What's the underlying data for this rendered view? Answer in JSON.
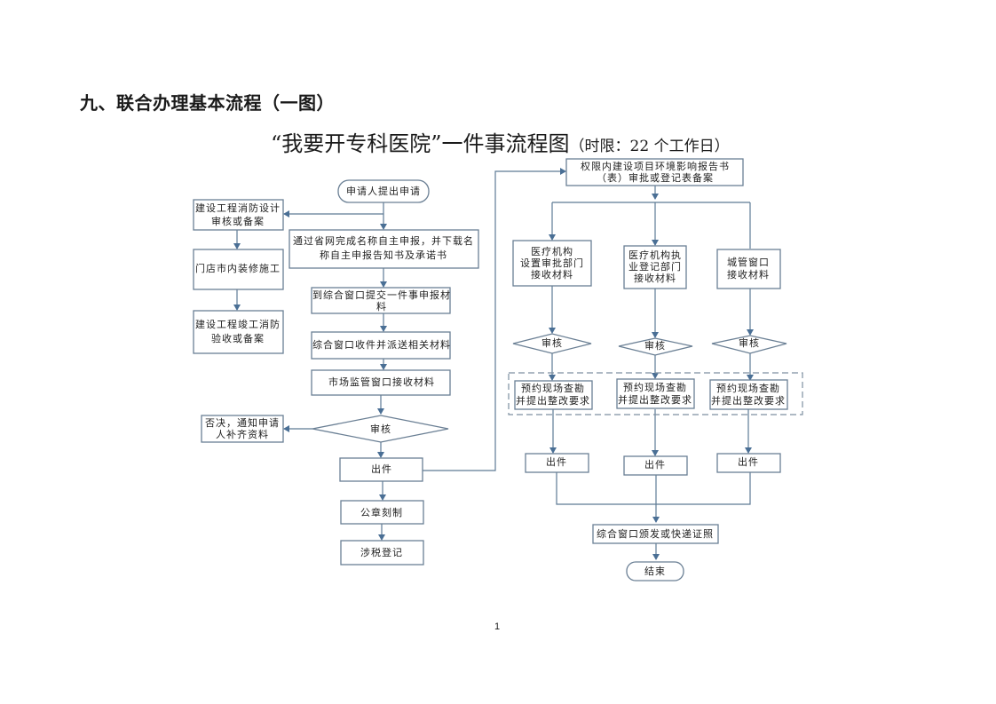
{
  "document": {
    "section_title": "九、联合办理基本流程（一图）",
    "chart_title_main": "“我要开专科医院”一件事流程图",
    "chart_title_sub": "（时限：22 个工作日）",
    "page_number": "1"
  },
  "flowchart": {
    "nodes": {
      "start": "申请人提出申请",
      "fire_design": [
        "建设工程消防设计",
        "审核或备案"
      ],
      "interior": [
        "门店市内装修施工"
      ],
      "fire_accept": [
        "建设工程竣工消防",
        "验收或备案"
      ],
      "name_report": [
        "通过省网完成名称自主申报，并下载名",
        "称自主申报告知书及承诺书"
      ],
      "submit": [
        "到综合窗口提交一件事申报材",
        "料"
      ],
      "receive_dispatch": [
        "综合窗口收件并派送相关材料"
      ],
      "market_receive": [
        "市场监管窗口接收材料"
      ],
      "review_main": "审核",
      "reject": [
        "否决，通知申请",
        "人补齐资料"
      ],
      "issue_main": "出件",
      "seal": "公章刻制",
      "tax": "涉税登记",
      "env": [
        "权限内建设项目环境影响报告书",
        "（表）审批或登记表备案"
      ],
      "branch1_receive": [
        "医疗机构",
        "设置审批部门",
        "接收材料"
      ],
      "branch2_receive": [
        "医疗机构执",
        "业登记部门",
        "接收材料"
      ],
      "branch3_receive": [
        "城管窗口",
        "接收材料"
      ],
      "review": "审核",
      "inspect": [
        "预约现场查勘",
        "并提出整改要求"
      ],
      "issue": "出件",
      "deliver": "综合窗口颁发或快递证照",
      "end": "结束"
    }
  }
}
